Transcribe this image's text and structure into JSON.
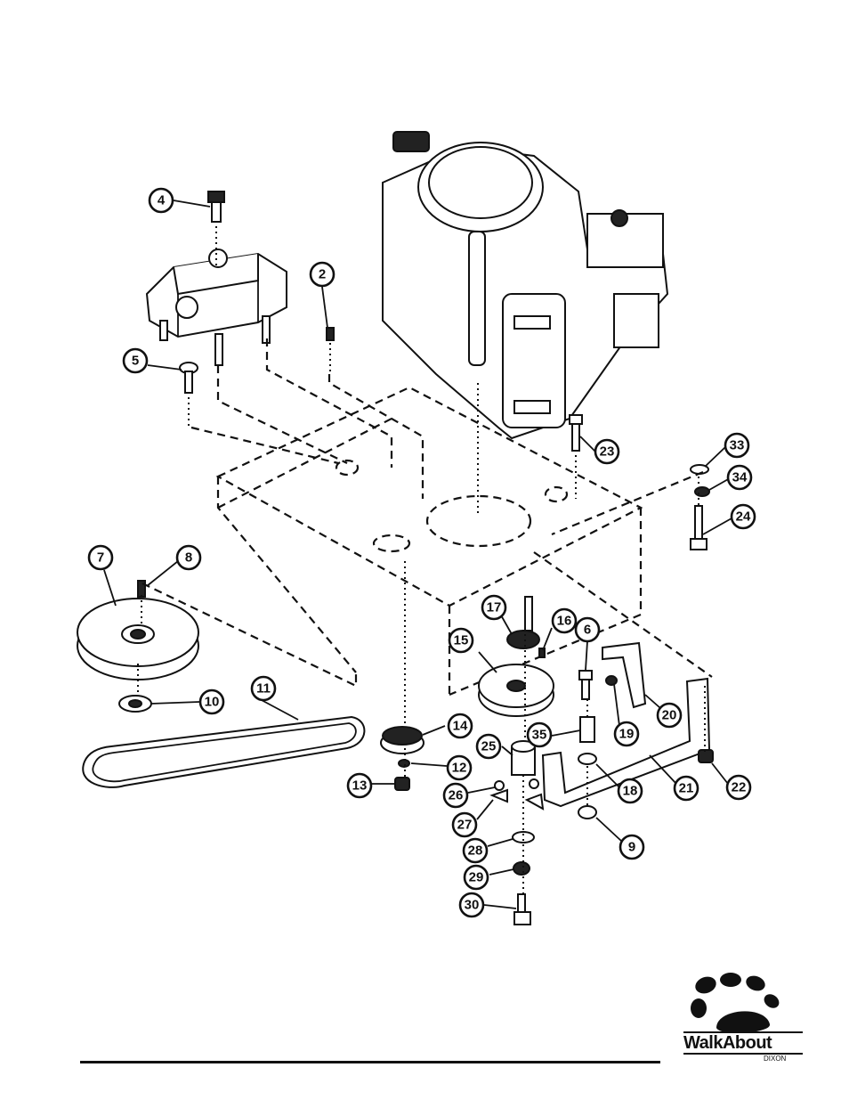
{
  "brand": {
    "name": "WalkAbout",
    "sub": "DIXON"
  },
  "callouts": [
    "2",
    "4",
    "5",
    "6",
    "7",
    "8",
    "9",
    "10",
    "11",
    "12",
    "13",
    "14",
    "15",
    "16",
    "17",
    "18",
    "19",
    "20",
    "21",
    "22",
    "23",
    "24",
    "25",
    "26",
    "27",
    "28",
    "29",
    "30",
    "33",
    "34",
    "35"
  ]
}
